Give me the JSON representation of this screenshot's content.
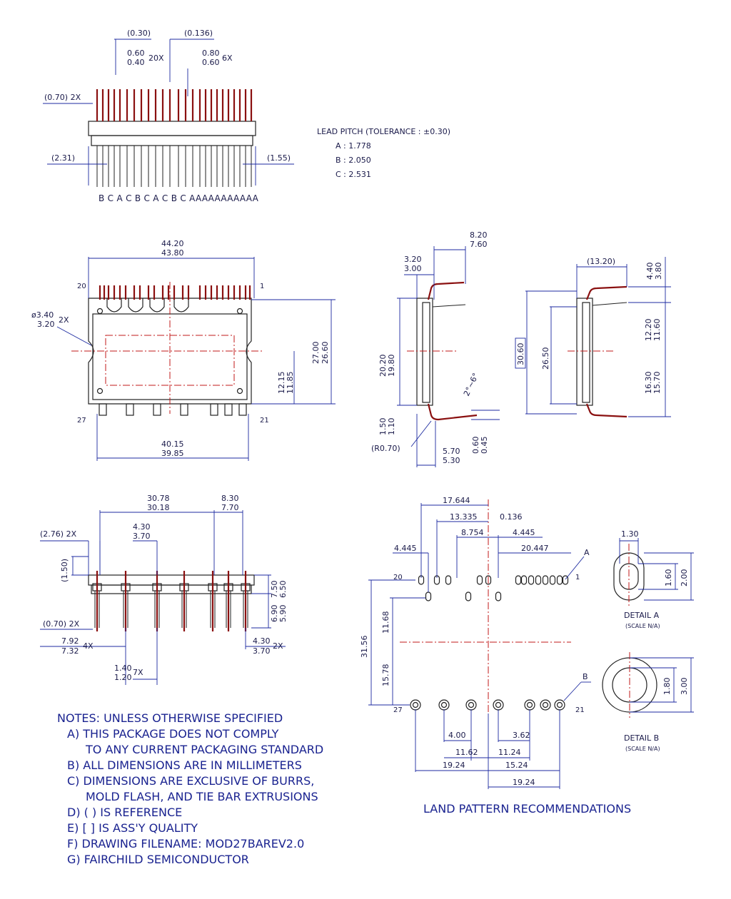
{
  "top_view": {
    "pitch_ref": "(0.30)",
    "gap_ref": "(0.136)",
    "lead_w_max": "0.60",
    "lead_w_min": "0.40",
    "lead_w_count": "20X",
    "lead_w2_max": "0.80",
    "lead_w2_min": "0.60",
    "lead_w2_count": "6X",
    "shoulder_ref": "(0.70) 2X",
    "left_ref": "(2.31)",
    "right_ref": "(1.55)",
    "pin_letters": "B C A C B C A C B C AAAAAAAAAAA"
  },
  "lead_pitch": {
    "title": "LEAD PITCH (TOLERANCE : ±0.30)",
    "a": "A : 1.778",
    "b": "B : 2.050",
    "c": "C : 2.531"
  },
  "front_view": {
    "width_max": "44.20",
    "width_min": "43.80",
    "hole_max": "ø3.40",
    "hole_min": "3.20",
    "hole_count": "2X",
    "height_max": "27.00",
    "height_min": "26.60",
    "center_max": "12.15",
    "center_min": "11.85",
    "base_max": "40.15",
    "base_min": "39.85",
    "pin_20": "20",
    "pin_1": "1",
    "pin_27": "27",
    "pin_21": "21"
  },
  "side_view": {
    "lead_ext_max": "8.20",
    "lead_ext_min": "7.60",
    "thick_max": "3.20",
    "thick_min": "3.00",
    "body_max": "20.20",
    "body_min": "19.80",
    "foot_max": "1.50",
    "foot_min": "1.10",
    "radius": "(R0.70)",
    "bottom_max": "5.70",
    "bottom_min": "5.30",
    "lead_t_max": "0.60",
    "lead_t_min": "0.45",
    "angle": "2°~6°"
  },
  "side_view2": {
    "ref": "(13.20)",
    "top_max": "4.40",
    "top_min": "3.80",
    "total_box": "30.60",
    "body": "26.50",
    "upper_max": "12.20",
    "upper_min": "11.60",
    "lower_max": "16.30",
    "lower_min": "15.70"
  },
  "bottom_view": {
    "span_max": "30.78",
    "span_min": "30.18",
    "right_max": "8.30",
    "right_min": "7.70",
    "inner_max": "4.30",
    "inner_min": "3.70",
    "edge_ref": "(2.76) 2X",
    "top_ref": "(1.50)",
    "shoulder_ref": "(0.70) 2X",
    "left_max": "7.92",
    "left_min": "7.32",
    "left_count": "4X",
    "pitch_max": "1.40",
    "pitch_min": "1.20",
    "pitch_count": "7X",
    "end_max": "4.30",
    "end_min": "3.70",
    "end_count": "2X",
    "h1_max": "7.50",
    "h1_min": "6.50",
    "h2_max": "6.90",
    "h2_min": "5.90"
  },
  "land_pattern": {
    "d1": "17.644",
    "d2": "13.335",
    "d3": "0.136",
    "d4": "8.754",
    "d5": "4.445",
    "d6": "4.445",
    "d7": "20.447",
    "d8": "11.68",
    "d9": "31.56",
    "d10": "15.78",
    "d11": "4.00",
    "d12": "3.62",
    "d13": "11.62",
    "d14": "11.24",
    "d15": "19.24",
    "d16": "15.24",
    "d17": "19.24",
    "pin_20": "20",
    "pin_1": "1",
    "pin_27": "27",
    "pin_21": "21",
    "label_a": "A",
    "label_b": "B"
  },
  "detail_a": {
    "w": "1.30",
    "h_in": "1.60",
    "h_out": "2.00",
    "title": "DETAIL A",
    "scale": "(SCALE N/A)"
  },
  "detail_b": {
    "h_in": "1.80",
    "h_out": "3.00",
    "title": "DETAIL B",
    "scale": "(SCALE N/A)"
  },
  "notes": {
    "title": "NOTES: UNLESS OTHERWISE SPECIFIED",
    "a1": "A) THIS PACKAGE DOES NOT COMPLY",
    "a2": "TO ANY CURRENT PACKAGING STANDARD",
    "b": "B) ALL DIMENSIONS ARE IN MILLIMETERS",
    "c1": "C) DIMENSIONS ARE EXCLUSIVE OF BURRS,",
    "c2": "MOLD FLASH, AND TIE BAR EXTRUSIONS",
    "d": "D) ( ) IS REFERENCE",
    "e": "E) [ ] IS ASS'Y QUALITY",
    "f": "F) DRAWING FILENAME: MOD27BAREV2.0",
    "g": "G) FAIRCHILD SEMICONDUCTOR"
  },
  "land_title": "LAND PATTERN RECOMMENDATIONS"
}
